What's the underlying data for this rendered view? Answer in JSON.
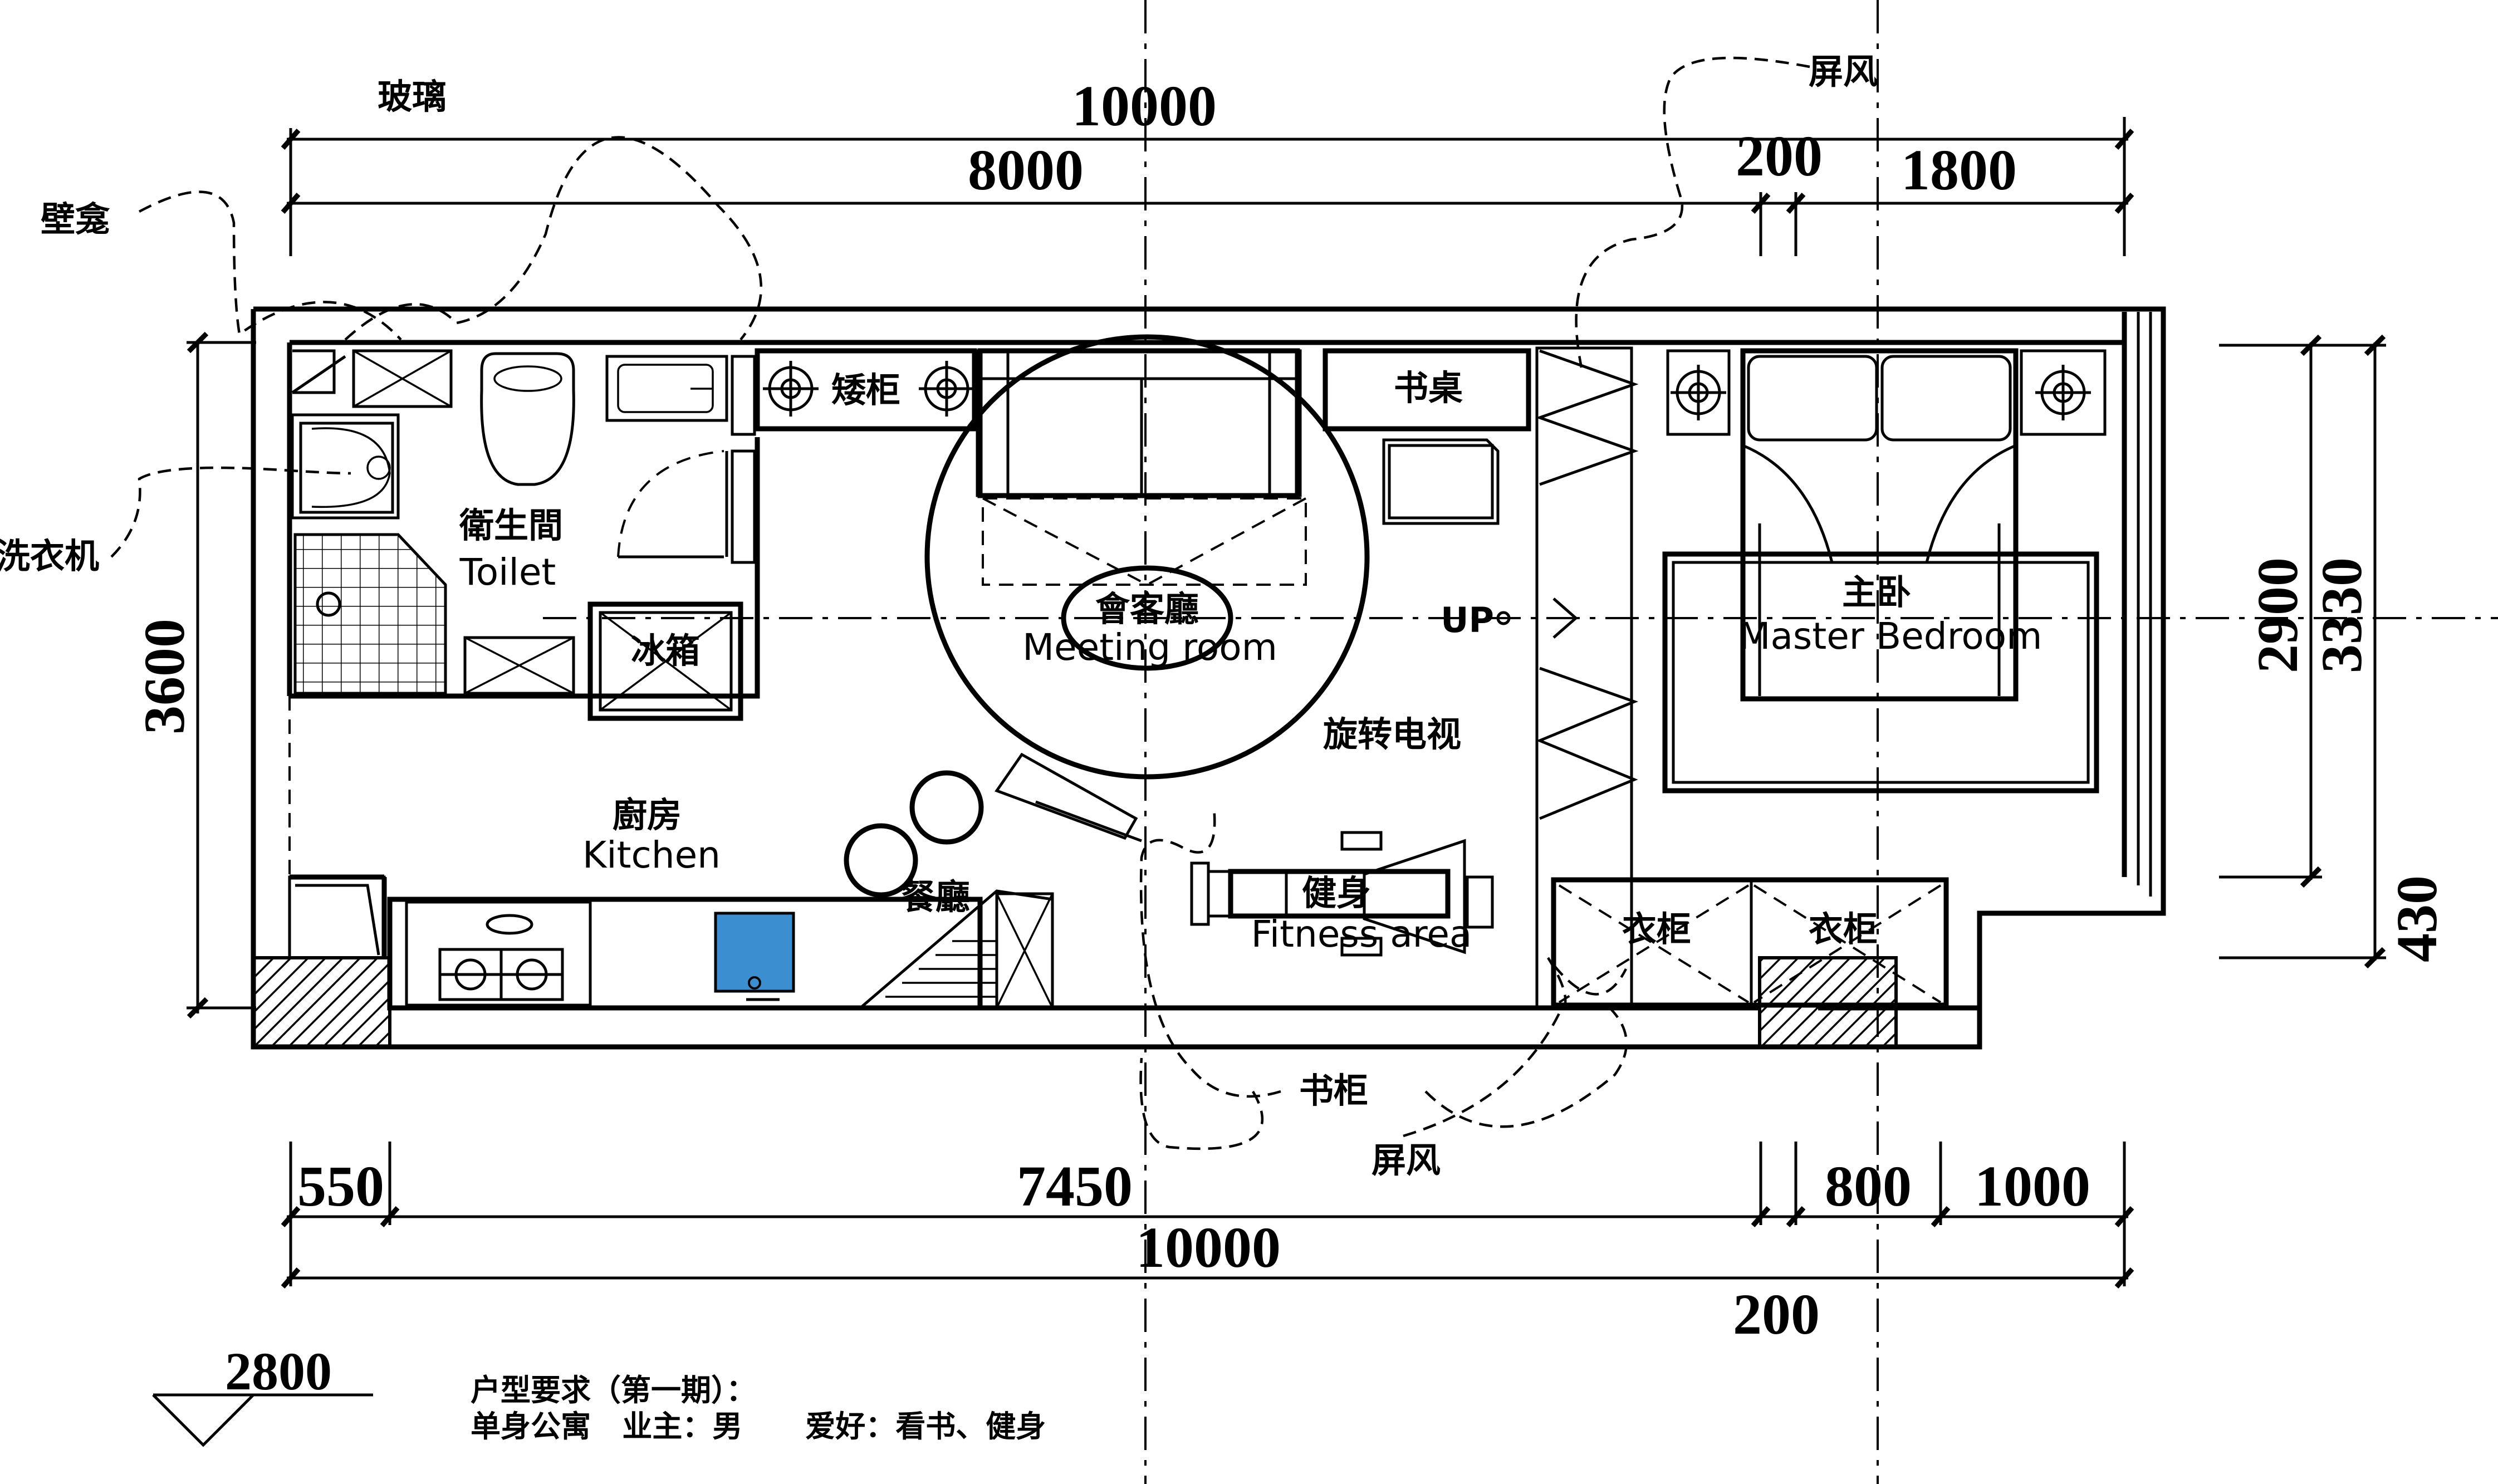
{
  "dimensions": {
    "top_total": "10000",
    "top_left": "8000",
    "top_mid": "200",
    "top_right": "1800",
    "bottom_1": "550",
    "bottom_2": "7450",
    "bottom_3": "800",
    "bottom_4": "1000",
    "bottom_total": "10000",
    "bottom_extra": "200",
    "left_height": "3600",
    "right_1": "2900",
    "right_2": "3330",
    "right_3": "430"
  },
  "rooms": {
    "toilet_cn": "衛生間",
    "toilet_en": "Toilet",
    "fridge": "冰箱",
    "cabinet_low": "矮柜",
    "meeting_cn": "會客廳",
    "meeting_en": "Meeting room",
    "desk": "书桌",
    "up": "UP",
    "master_cn": "主卧",
    "master_en": "Master Bedroom",
    "kitchen_cn": "廚房",
    "kitchen_en": "Kitchen",
    "dining": "餐廳",
    "fitness_cn": "健身",
    "fitness_en": "Fitness area",
    "wardrobe_1": "衣柜",
    "wardrobe_2": "衣柜",
    "rotating_tv": "旋转电视"
  },
  "annotations": {
    "glass": "玻璃",
    "niche": "壁龛",
    "washer": "洗衣机",
    "screen_top": "屏风",
    "bookcase": "书柜",
    "screen_bottom": "屏风"
  },
  "level": "2800",
  "requirements": {
    "line1": "户型要求（第一期）：",
    "line2": "单身公寓   业主：男      爱好：看书、健身"
  },
  "colors": {
    "line": "#000000",
    "sink": "#3b8fd0"
  }
}
